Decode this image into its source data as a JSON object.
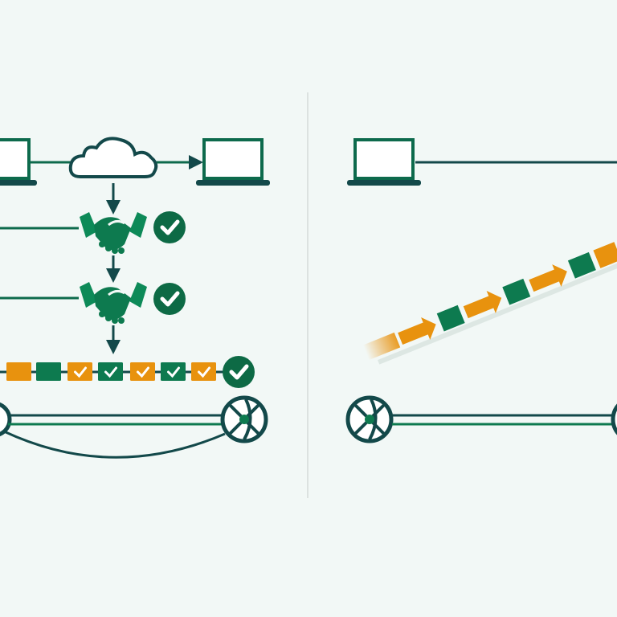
{
  "colors": {
    "background": "#f2f8f6",
    "dark_teal": "#13494a",
    "green": "#0d7a4f",
    "orange": "#e8920e",
    "divider": "#d5dbd9",
    "screen": "#ffffff"
  },
  "left_panel": {
    "icons": [
      "laptop-icon",
      "cloud-icon",
      "laptop-icon",
      "handshake-icon",
      "check-icon",
      "handshake-icon",
      "check-icon",
      "packet-blocks",
      "check-icon",
      "network-node-icon"
    ],
    "packet_sequence": [
      "orange",
      "green",
      "orange-check",
      "green-check",
      "orange-check",
      "green-check",
      "orange-check"
    ]
  },
  "right_panel": {
    "icons": [
      "laptop-icon",
      "packet-stream",
      "network-node-icon"
    ],
    "packet_stream": [
      "orange-fade",
      "orange-arrow",
      "green",
      "orange-arrow",
      "green",
      "orange-arrow",
      "green",
      "orange"
    ]
  }
}
